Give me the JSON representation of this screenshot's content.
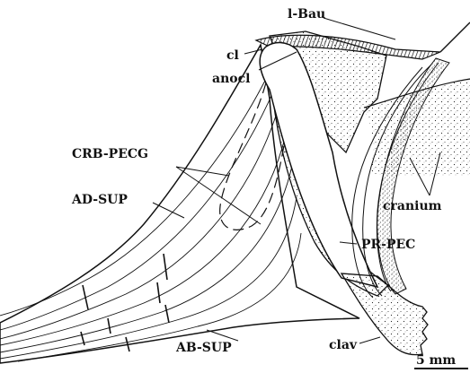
{
  "figure": {
    "labels": {
      "l_bau": "l-Bau",
      "cl": "cl",
      "anocl": "anocl",
      "crb_pecg": "CRB-PECG",
      "ad_sup": "AD-SUP",
      "cranium": "cranium",
      "pr_pec": "PR-PEC",
      "ab_sup": "AB-SUP",
      "clav": "clav"
    },
    "scale_bar": {
      "label": "5 mm"
    }
  }
}
